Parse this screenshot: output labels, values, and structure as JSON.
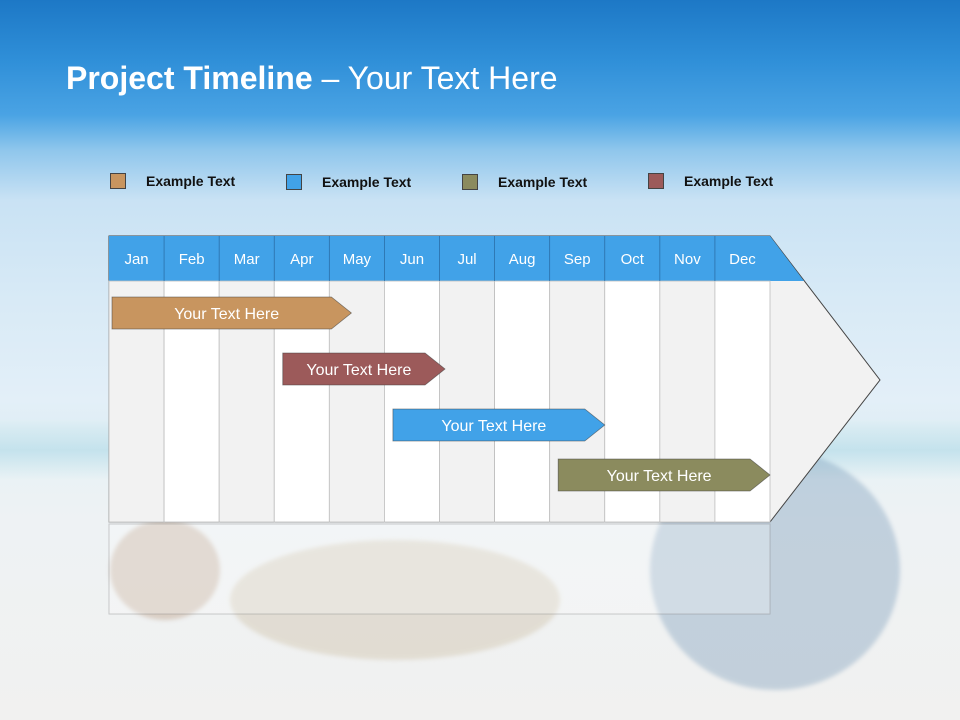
{
  "slide": {
    "title_bold": "Project Timeline",
    "title_rest": " – Your Text Here"
  },
  "legend": [
    {
      "label": "Example Text",
      "color": "#c8955f"
    },
    {
      "label": "Example Text",
      "color": "#41a2e8"
    },
    {
      "label": "Example Text",
      "color": "#8b8b5e"
    },
    {
      "label": "Example Text",
      "color": "#9c5a5a"
    }
  ],
  "timeline": {
    "months": [
      "Jan",
      "Feb",
      "Mar",
      "Apr",
      "May",
      "Jun",
      "Jul",
      "Aug",
      "Sep",
      "Oct",
      "Nov",
      "Dec"
    ],
    "header_color": "#41a2e8",
    "tasks": [
      {
        "label": "Your  Text Here",
        "color": "#c8955f",
        "start_month": 1,
        "end_month": 4.4
      },
      {
        "label": "Your  Text Here",
        "color": "#9c5a5a",
        "start_month": 4.1,
        "end_month": 6.1
      },
      {
        "label": "Your  Text Here",
        "color": "#41a2e8",
        "start_month": 6.1,
        "end_month": 9.0
      },
      {
        "label": "Your  Text Here",
        "color": "#8b8b5e",
        "start_month": 9.1,
        "end_month": 12.0
      }
    ]
  }
}
